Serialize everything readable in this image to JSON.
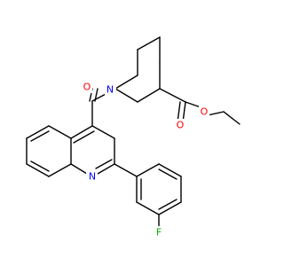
{
  "molecule": {
    "atom_labels": {
      "carbonyl_oxygen": "O",
      "piperidine_nitrogen": "N",
      "ester_carbonyl_oxygen": "O",
      "ester_ether_oxygen": "O",
      "quinoline_nitrogen": "N",
      "fluorine": "F"
    },
    "colors": {
      "bond": "#000000",
      "oxygen": "#ff0000",
      "nitrogen": "#0000ff",
      "fluorine": "#00b000",
      "background": "#ffffff"
    }
  }
}
